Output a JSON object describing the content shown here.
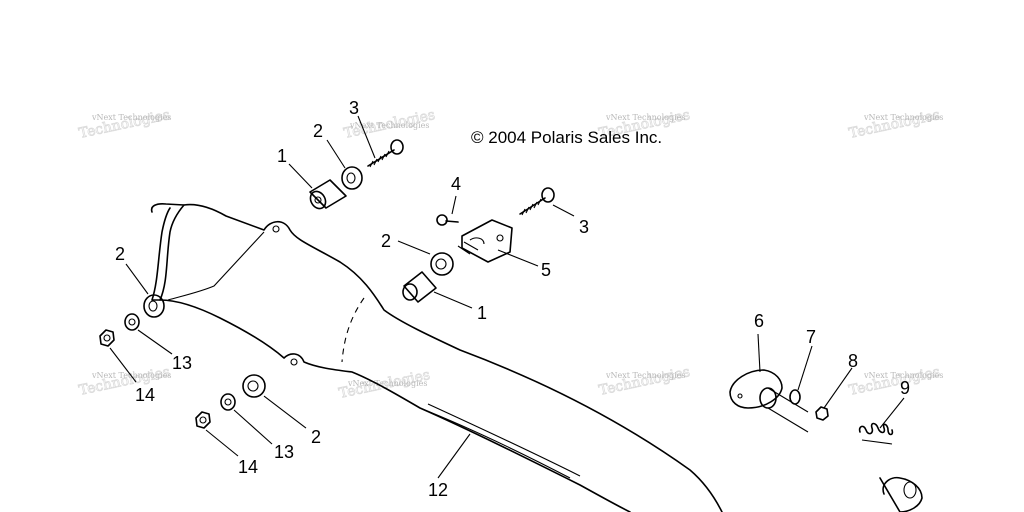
{
  "copyright": "© 2004 Polaris Sales Inc.",
  "watermark": "vNext Technologies",
  "callouts": {
    "c3a": "3",
    "c2a": "2",
    "c1a": "1",
    "c4": "4",
    "c3b": "3",
    "c2b": "2",
    "c5": "5",
    "c1b": "1",
    "c2c": "2",
    "c13a": "13",
    "c14a": "14",
    "c2d": "2",
    "c13b": "13",
    "c14b": "14",
    "c12": "12",
    "c6": "6",
    "c7": "7",
    "c8": "8",
    "c9": "9"
  }
}
